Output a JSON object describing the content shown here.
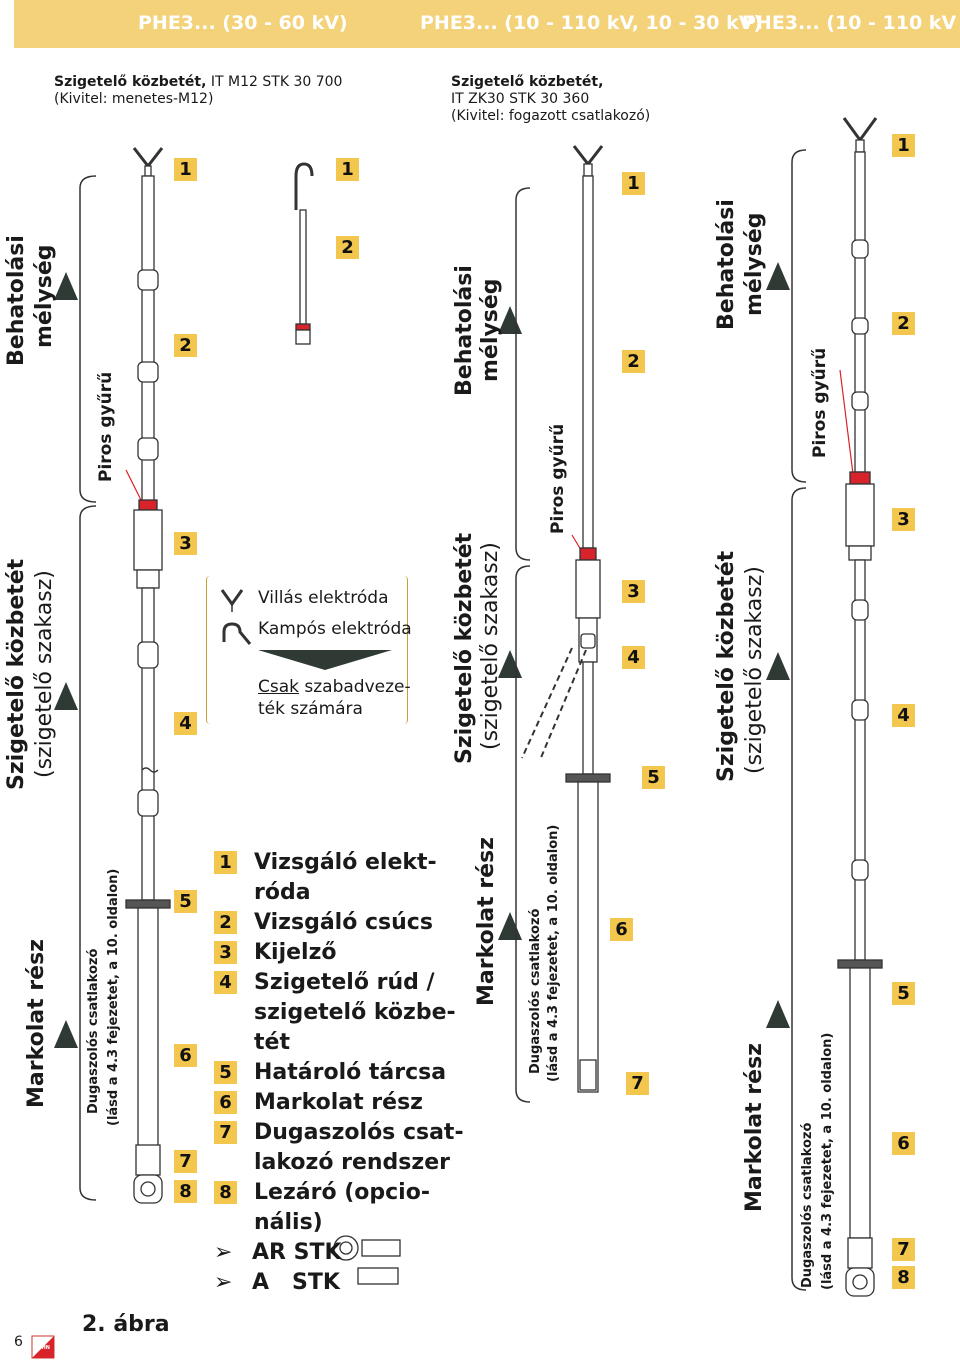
{
  "header": {
    "col1": "PHE3... (30 - 60 kV)",
    "col2": "PHE3... (10 - 110 kV, 10 - 30 kV)",
    "col3": "PHE3... (10 - 110 kV"
  },
  "col1": {
    "caption_bold": "Szigetelő közbetét,",
    "caption_rest": " IT M12 STK 30 700",
    "caption_line2": "(Kivitel: menetes-M12)",
    "label_depth_1": "Behatolási",
    "label_depth_2": "mélység",
    "label_insert_1": "Szigetelő közbetét",
    "label_insert_2": "(szigetelő szakasz)",
    "label_handle": "Markolat rész",
    "label_plug_1": "Dugaszolós csatlakozó",
    "label_plug_2": "(lásd a 4.3 fejezetet, a 10. oldalon)",
    "label_ring": "Piros gyűrű"
  },
  "col2": {
    "caption_bold": "Szigetelő közbetét,",
    "caption_line2": "IT ZK30 STK 30 360",
    "caption_line3": "(Kivitel: fogazott csatlakozó)",
    "label_depth_1": "Behatolási",
    "label_depth_2": "mélység",
    "label_insert_1": "Szigetelő közbetét",
    "label_insert_2": "(szigetelő szakasz)",
    "label_handle": "Markolat rész",
    "label_plug_1": "Dugaszolós csatlakozó",
    "label_plug_2": "(lásd a 4.3 fejezetet, a 10. oldalon)",
    "label_ring": "Piros gyűrű"
  },
  "col3": {
    "label_depth_1": "Behatolási",
    "label_depth_2": "mélység",
    "label_insert_1": "Szigetelő közbetét",
    "label_insert_2": "(szigetelő szakasz)",
    "label_handle": "Markolat rész",
    "label_plug_1": "Dugaszolós csatlakozó",
    "label_plug_2": "(lásd a 4.3 fejezetet, a 10. oldalon)",
    "label_ring": "Piros gyűrű"
  },
  "electrode_box": {
    "fork": "Villás elektróda",
    "hook": "Kampós elektróda",
    "note_underlined": "Csak",
    "note_rest": " szabadveze-",
    "note_line2": "ték számára"
  },
  "legend": [
    {
      "n": "1",
      "text": "Vizsgáló elekt-",
      "cont": "róda"
    },
    {
      "n": "2",
      "text": "Vizsgáló csúcs"
    },
    {
      "n": "3",
      "text": "Kijelző"
    },
    {
      "n": "4",
      "text": "Szigetelő rúd /",
      "cont": "szigetelő közbe-",
      "cont2": "tét"
    },
    {
      "n": "5",
      "text": "Határoló tárcsa"
    },
    {
      "n": "6",
      "text": "Markolat rész"
    },
    {
      "n": "7",
      "text": "Dugaszolós csat-",
      "cont": "lakozó rendszer"
    },
    {
      "n": "8",
      "text": "Lezáró (opcio-",
      "cont": "nális)"
    }
  ],
  "bullets": [
    "AR STK",
    "A   STK"
  ],
  "numbers": [
    "1",
    "2",
    "3",
    "4",
    "5",
    "6",
    "7",
    "8"
  ],
  "footer": {
    "page": "6",
    "figure": "2. ábra",
    "logo_text": "DEHN"
  },
  "colors": {
    "accent": "#f3c64d",
    "header": "#f3d27a",
    "triangle": "#2f3a35",
    "ring": "#d8232a"
  }
}
